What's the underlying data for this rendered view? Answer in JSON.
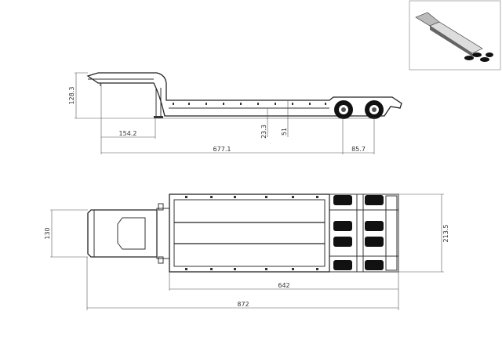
{
  "title": "Lowbed semi-trailer dimension drawing",
  "side_view": {
    "dimensions": {
      "gooseneck_height": "128.3",
      "kingpin_to_landing_gear": "154.2",
      "deck_height": "23.3",
      "platform_height": "51",
      "kingpin_to_axle": "677.1",
      "axle_spacing": "85.7"
    }
  },
  "top_view": {
    "dimensions": {
      "gooseneck_width": "130",
      "overall_width": "213.5",
      "deck_length": "642",
      "overall_length": "872"
    }
  },
  "thumbnail": {
    "icon": "trailer-3d-render-icon"
  }
}
